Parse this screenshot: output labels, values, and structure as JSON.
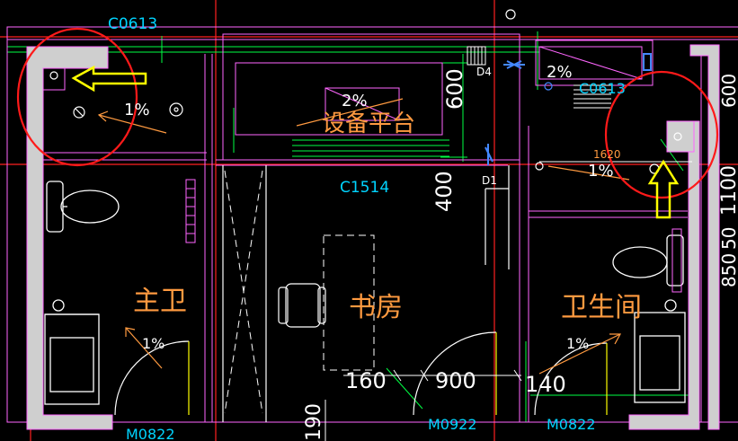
{
  "window_codes": {
    "top_left": "C0613",
    "top_right": "C0613",
    "study": "C1514"
  },
  "door_codes": {
    "left": "M0822",
    "middle": "M0922",
    "right": "M0822"
  },
  "room_labels": {
    "master_bath": "主卫",
    "study": "书房",
    "bathroom": "卫生间",
    "equipment_platform": "设备平台"
  },
  "slopes": {
    "top_left_bath": "1%",
    "equipment_platform": "2%",
    "top_right": "2%",
    "right_bath": "1%",
    "master_bath_bottom": "1%",
    "bathroom_bottom": "1%"
  },
  "dimensions": {
    "d600": "600",
    "d400": "400",
    "d1620": "1620",
    "d160": "160",
    "d900": "900",
    "d140": "140",
    "d190": "190",
    "r1100": "1100",
    "r850": "850",
    "r600": "600",
    "r50": "50"
  },
  "tags": {
    "d4": "D4",
    "d1": "D1"
  },
  "colors": {
    "background": "#000000",
    "wall_outline": "#ff66ff",
    "wall_fill": "#cfcfcf",
    "fixtures": "#ffffff",
    "green_lines": "#00ff44",
    "cyan_text": "#00d4ff",
    "red_grid": "#ff0000",
    "highlight_circle": "#ff0000",
    "arrow": "#ffff00",
    "slope_arrow": "#ff9a40"
  }
}
